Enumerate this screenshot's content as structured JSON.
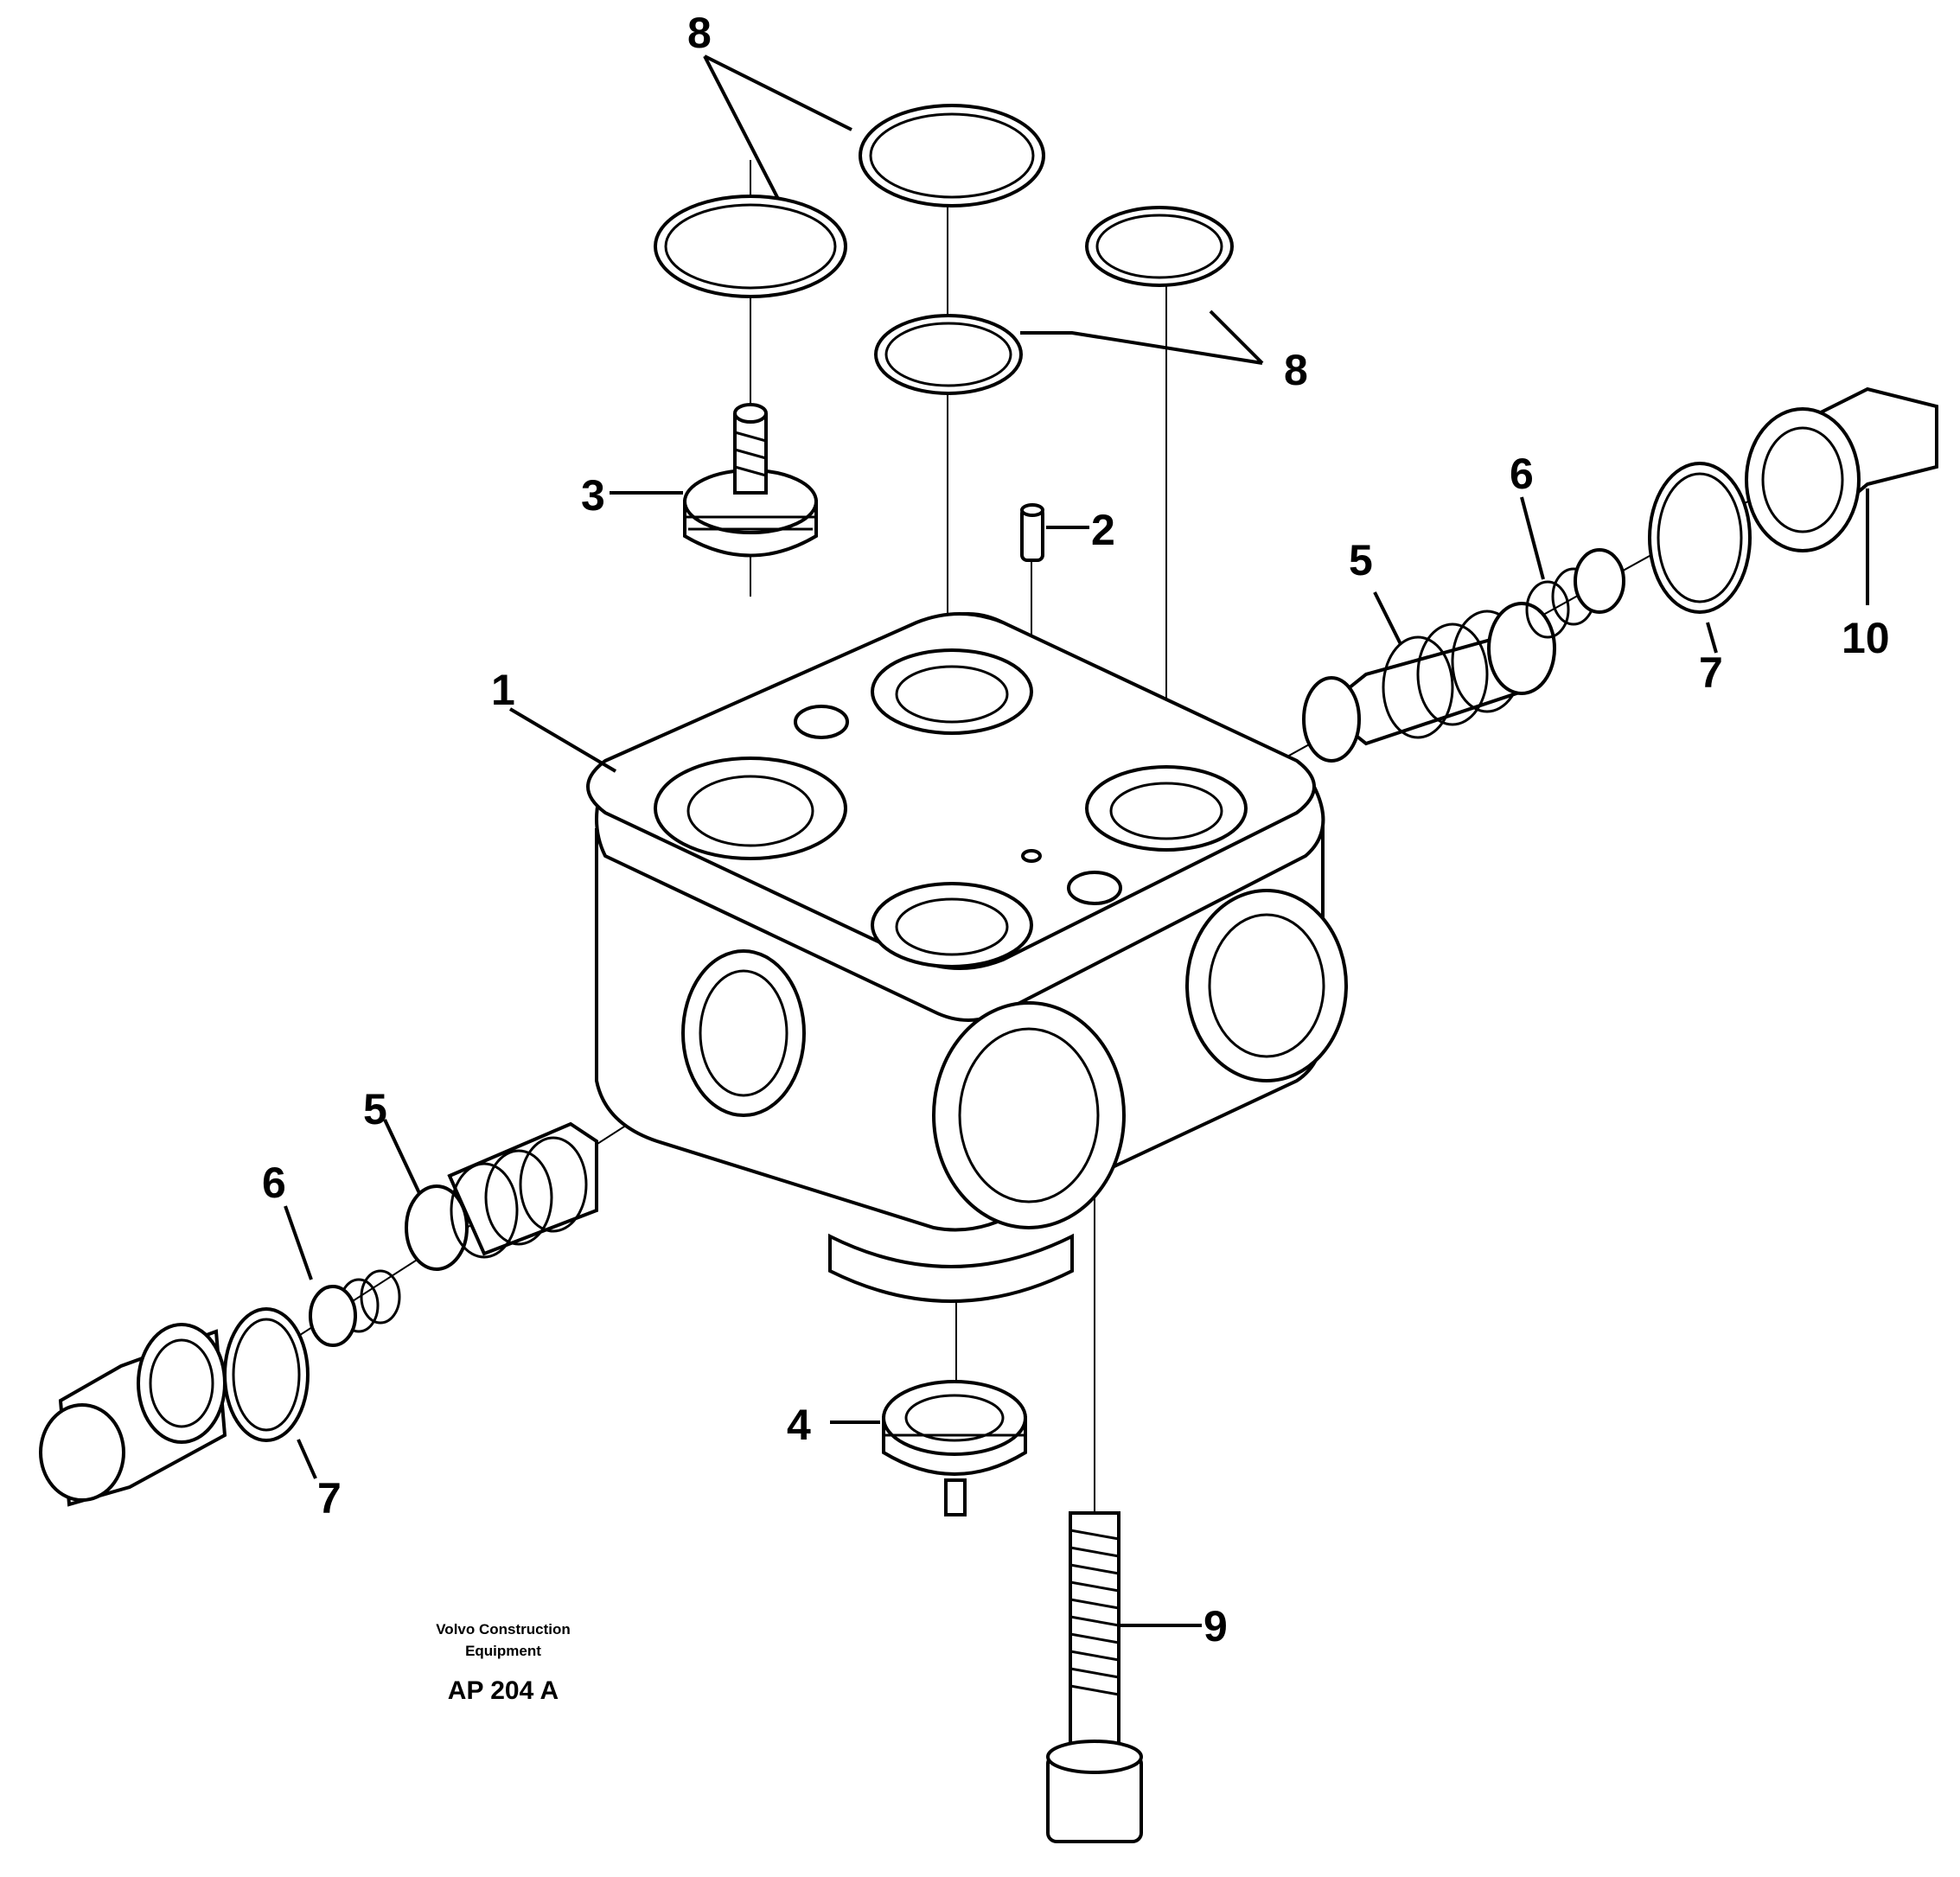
{
  "callouts": {
    "c1": "1",
    "c2": "2",
    "c3": "3",
    "c4": "4",
    "c5_right": "5",
    "c5_left": "5",
    "c6_right": "6",
    "c6_left": "6",
    "c7_right": "7",
    "c7_left": "7",
    "c8_top": "8",
    "c8_right": "8",
    "c9": "9",
    "c10": "10"
  },
  "caption": {
    "company_line1": "Volvo Construction",
    "company_line2": "Equipment",
    "drawing_code": "AP 204 A"
  }
}
